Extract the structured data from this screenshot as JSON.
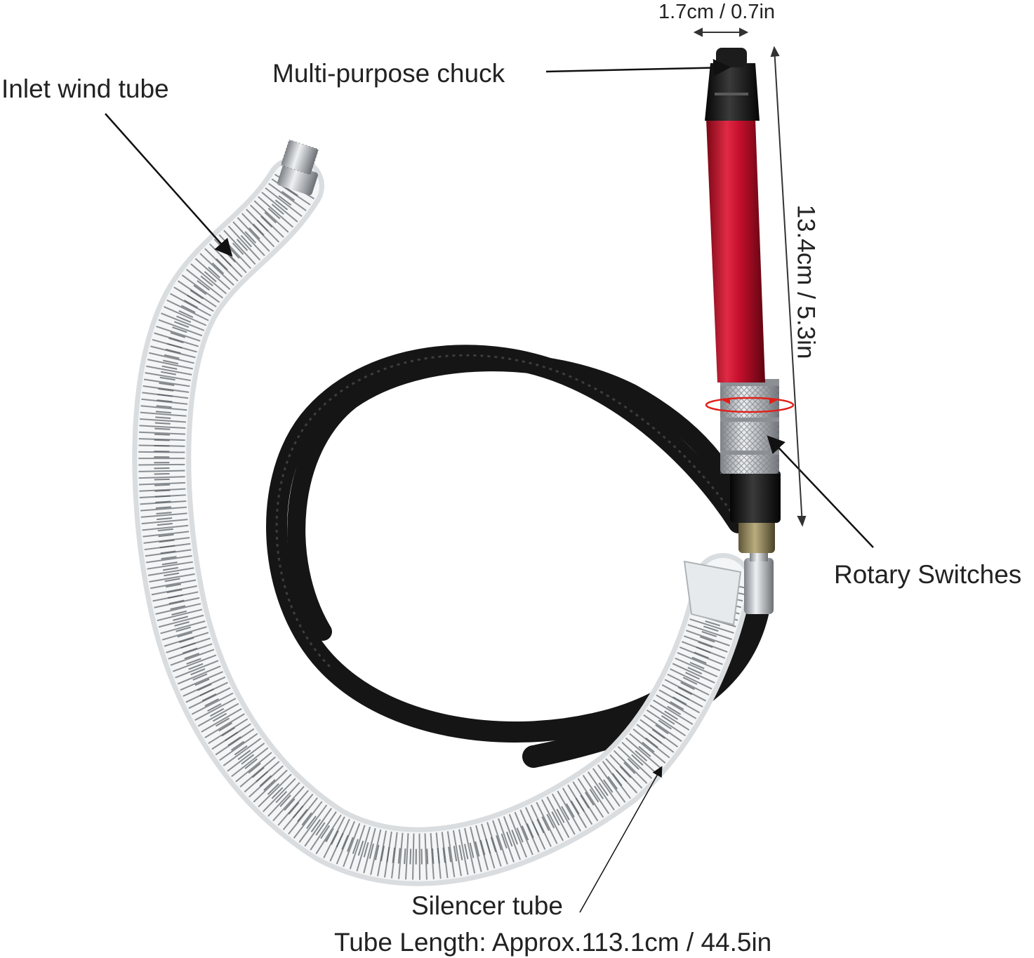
{
  "labels": {
    "inlet_wind_tube": "Inlet wind tube",
    "multi_purpose_chuck": "Multi-purpose chuck",
    "chuck_width": "1.7cm / 0.7in",
    "body_length": "13.4cm / 5.3in",
    "rotary_switches": "Rotary Switches",
    "silencer_tube": "Silencer tube",
    "tube_length": "Tube Length: Approx.113.1cm / 44.5in"
  },
  "colors": {
    "body_red": "#c8102e",
    "hose_black": "#151515",
    "clear_tube": "#dfe3e6",
    "knurl_silver": "#b9bcc0",
    "annotation": "#111111",
    "rotation_marker": "#e0201a"
  }
}
